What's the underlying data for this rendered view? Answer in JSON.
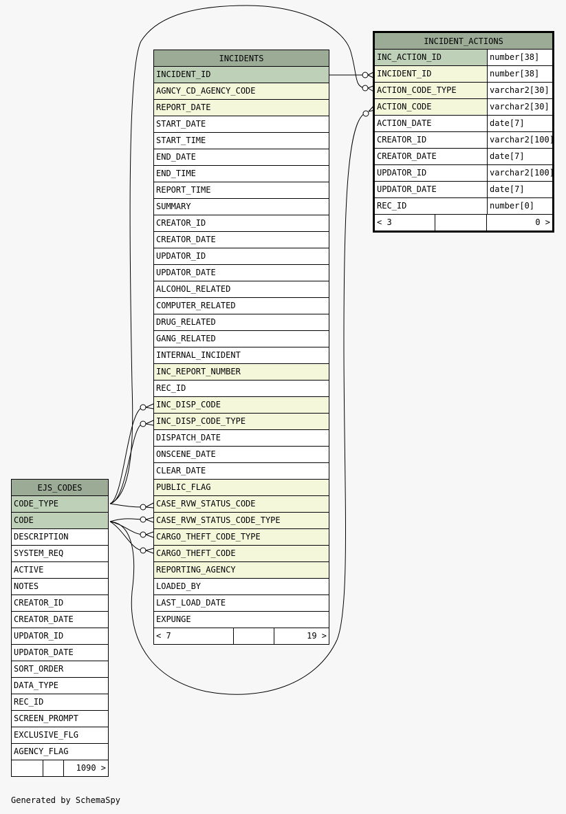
{
  "footer": {
    "generated_by": "Generated by SchemaSpy"
  },
  "tables": {
    "incidents": {
      "name": "INCIDENTS",
      "columns": [
        {
          "name": "INCIDENT_ID",
          "key": "pk"
        },
        {
          "name": "AGNCY_CD_AGENCY_CODE",
          "key": "fk"
        },
        {
          "name": "REPORT_DATE",
          "key": "fk"
        },
        {
          "name": "START_DATE",
          "key": ""
        },
        {
          "name": "START_TIME",
          "key": ""
        },
        {
          "name": "END_DATE",
          "key": ""
        },
        {
          "name": "END_TIME",
          "key": ""
        },
        {
          "name": "REPORT_TIME",
          "key": ""
        },
        {
          "name": "SUMMARY",
          "key": ""
        },
        {
          "name": "CREATOR_ID",
          "key": ""
        },
        {
          "name": "CREATOR_DATE",
          "key": ""
        },
        {
          "name": "UPDATOR_ID",
          "key": ""
        },
        {
          "name": "UPDATOR_DATE",
          "key": ""
        },
        {
          "name": "ALCOHOL_RELATED",
          "key": ""
        },
        {
          "name": "COMPUTER_RELATED",
          "key": ""
        },
        {
          "name": "DRUG_RELATED",
          "key": ""
        },
        {
          "name": "GANG_RELATED",
          "key": ""
        },
        {
          "name": "INTERNAL_INCIDENT",
          "key": ""
        },
        {
          "name": "INC_REPORT_NUMBER",
          "key": "fk"
        },
        {
          "name": "REC_ID",
          "key": ""
        },
        {
          "name": "INC_DISP_CODE",
          "key": "fk"
        },
        {
          "name": "INC_DISP_CODE_TYPE",
          "key": "fk"
        },
        {
          "name": "DISPATCH_DATE",
          "key": ""
        },
        {
          "name": "ONSCENE_DATE",
          "key": ""
        },
        {
          "name": "CLEAR_DATE",
          "key": ""
        },
        {
          "name": "PUBLIC_FLAG",
          "key": "fk"
        },
        {
          "name": "CASE_RVW_STATUS_CODE",
          "key": "fk"
        },
        {
          "name": "CASE_RVW_STATUS_CODE_TYPE",
          "key": "fk"
        },
        {
          "name": "CARGO_THEFT_CODE_TYPE",
          "key": "fk"
        },
        {
          "name": "CARGO_THEFT_CODE",
          "key": "fk"
        },
        {
          "name": "REPORTING_AGENCY",
          "key": "fk"
        },
        {
          "name": "LOADED_BY",
          "key": ""
        },
        {
          "name": "LAST_LOAD_DATE",
          "key": ""
        },
        {
          "name": "EXPUNGE",
          "key": ""
        }
      ],
      "footer": {
        "parents": "< 7",
        "middle": "",
        "children": "19 >"
      }
    },
    "incident_actions": {
      "name": "INCIDENT_ACTIONS",
      "columns": [
        {
          "name": "INC_ACTION_ID",
          "type": "number[38]",
          "key": "pk"
        },
        {
          "name": "INCIDENT_ID",
          "type": "number[38]",
          "key": "fk"
        },
        {
          "name": "ACTION_CODE_TYPE",
          "type": "varchar2[30]",
          "key": "fk"
        },
        {
          "name": "ACTION_CODE",
          "type": "varchar2[30]",
          "key": "fk"
        },
        {
          "name": "ACTION_DATE",
          "type": "date[7]",
          "key": ""
        },
        {
          "name": "CREATOR_ID",
          "type": "varchar2[100]",
          "key": ""
        },
        {
          "name": "CREATOR_DATE",
          "type": "date[7]",
          "key": ""
        },
        {
          "name": "UPDATOR_ID",
          "type": "varchar2[100]",
          "key": ""
        },
        {
          "name": "UPDATOR_DATE",
          "type": "date[7]",
          "key": ""
        },
        {
          "name": "REC_ID",
          "type": "number[0]",
          "key": ""
        }
      ],
      "footer": {
        "parents": "< 3",
        "middle": "",
        "children": "0 >"
      }
    },
    "ejs_codes": {
      "name": "EJS_CODES",
      "columns": [
        {
          "name": "CODE_TYPE",
          "key": "pk"
        },
        {
          "name": "CODE",
          "key": "pk"
        },
        {
          "name": "DESCRIPTION",
          "key": ""
        },
        {
          "name": "SYSTEM_REQ",
          "key": ""
        },
        {
          "name": "ACTIVE",
          "key": ""
        },
        {
          "name": "NOTES",
          "key": ""
        },
        {
          "name": "CREATOR_ID",
          "key": ""
        },
        {
          "name": "CREATOR_DATE",
          "key": ""
        },
        {
          "name": "UPDATOR_ID",
          "key": ""
        },
        {
          "name": "UPDATOR_DATE",
          "key": ""
        },
        {
          "name": "SORT_ORDER",
          "key": ""
        },
        {
          "name": "DATA_TYPE",
          "key": ""
        },
        {
          "name": "REC_ID",
          "key": ""
        },
        {
          "name": "SCREEN_PROMPT",
          "key": ""
        },
        {
          "name": "EXCLUSIVE_FLG",
          "key": ""
        },
        {
          "name": "AGENCY_FLAG",
          "key": ""
        }
      ],
      "footer": {
        "parents": "",
        "middle": "",
        "children": "1090 >"
      }
    }
  }
}
